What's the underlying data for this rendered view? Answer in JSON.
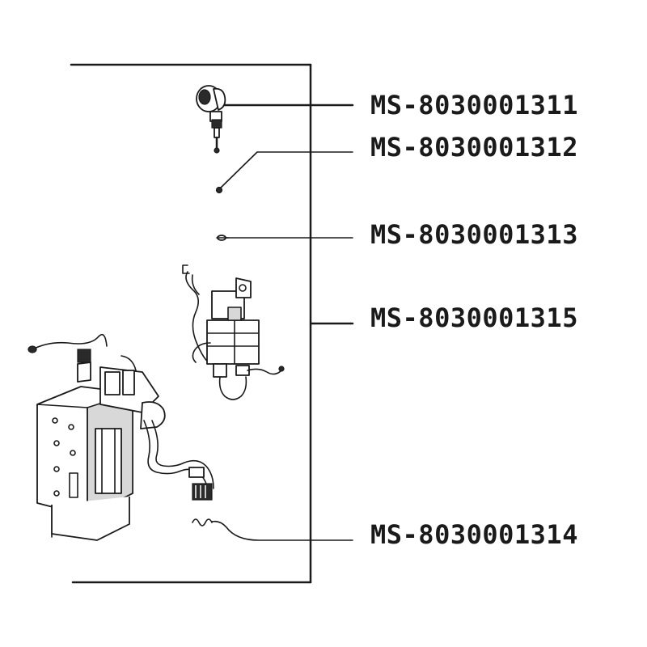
{
  "parts": [
    {
      "id": "1311",
      "code": "MS-8030001311"
    },
    {
      "id": "1312",
      "code": "MS-8030001312"
    },
    {
      "id": "1313",
      "code": "MS-8030001313"
    },
    {
      "id": "1315",
      "code": "MS-8030001315"
    },
    {
      "id": "1314",
      "code": "MS-8030001314"
    }
  ]
}
